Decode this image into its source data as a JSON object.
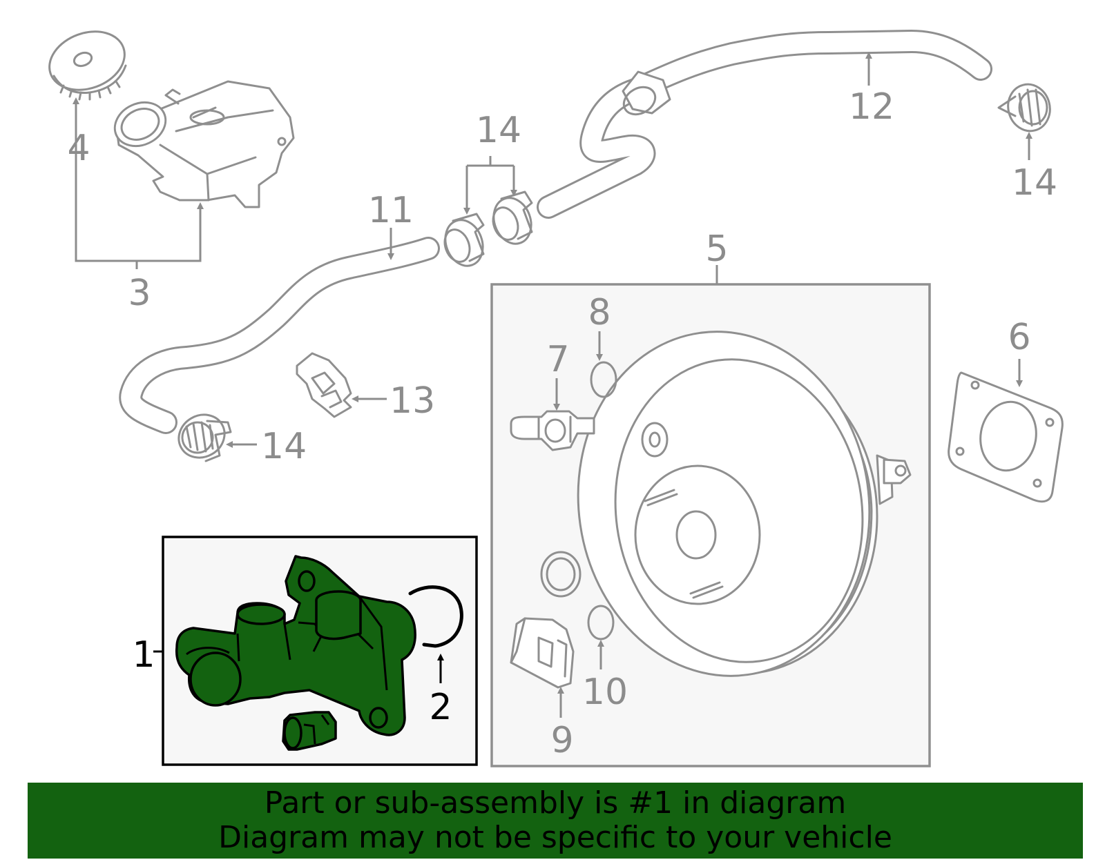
{
  "callouts": {
    "c1": "1",
    "c2": "2",
    "c3": "3",
    "c4": "4",
    "c5": "5",
    "c6": "6",
    "c7": "7",
    "c8": "8",
    "c9": "9",
    "c10": "10",
    "c11": "11",
    "c12": "12",
    "c13": "13",
    "c14a": "14",
    "c14b": "14",
    "c14c": "14"
  },
  "banner": {
    "line1": "Part or sub-assembly is #1 in diagram",
    "line2": "Diagram may not be specific to your vehicle"
  },
  "colors": {
    "highlight": "#136210",
    "part_stroke": "#8f8f8f",
    "callout_text": "#8c8c8c",
    "box_fill": "#f7f7f7"
  }
}
